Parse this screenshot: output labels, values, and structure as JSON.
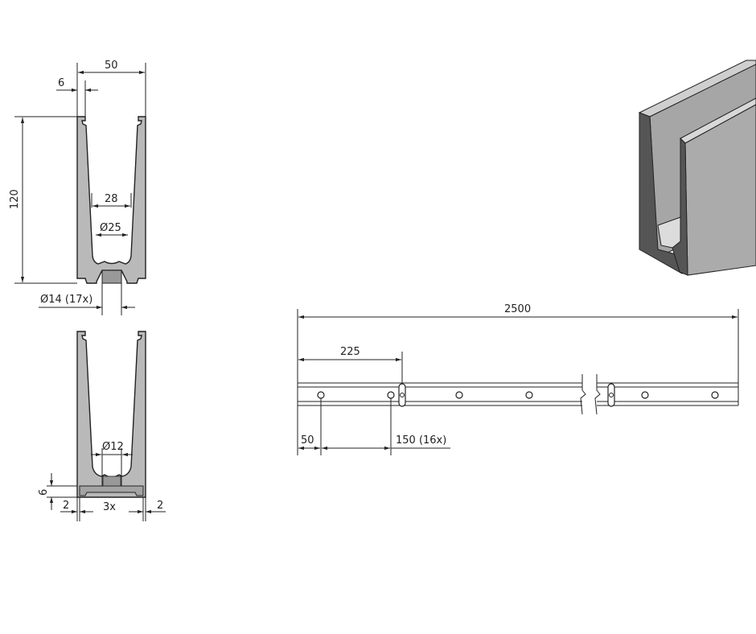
{
  "profile_top": {
    "width_label": "50",
    "wall_label": "6",
    "height_label": "120",
    "inner_width_label": "28",
    "tube_label": "Ø25",
    "hole_label": "Ø14 (17x)"
  },
  "profile_bottom": {
    "hole_label": "Ø12",
    "base_label": "6",
    "edge_left_label": "2",
    "count_label": "3x",
    "edge_right_label": "2"
  },
  "elevation": {
    "length_label": "2500",
    "first_slot_label": "225",
    "first_hole_label": "50",
    "pitch_label": "150 (16x)"
  },
  "colors": {
    "profile_fill": "#b9b9b9",
    "line": "#222222",
    "iso_face": "#a9a9a9",
    "iso_dark": "#555555"
  }
}
